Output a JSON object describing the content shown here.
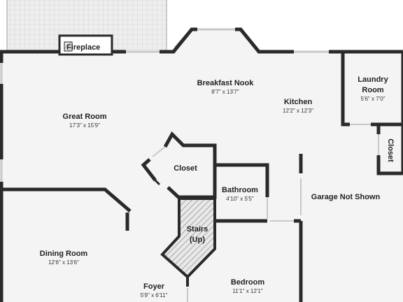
{
  "colors": {
    "wall": "#2a2a2a",
    "floor": "#f4f4f4",
    "patio": "#eeeeee",
    "patio_grid": "#d2d2d2",
    "window": "#c8c8c8",
    "hatch": "#777777"
  },
  "rooms": {
    "fireplace": {
      "name": "Fireplace"
    },
    "breakfast_nook": {
      "name": "Breakfast Nook",
      "dims": "8'7\" x 13'7\""
    },
    "kitchen": {
      "name": "Kitchen",
      "dims": "12'2\" x 12'3\""
    },
    "laundry": {
      "name": "Laundry",
      "name2": "Room",
      "dims": "5'6\" x 7'0\""
    },
    "great_room": {
      "name": "Great Room",
      "dims": "17'3\" x 15'9\""
    },
    "closet_center": {
      "name": "Closet"
    },
    "closet_side": {
      "name": "Closet"
    },
    "bathroom": {
      "name": "Bathroom",
      "dims": "4'10\" x 5'5\""
    },
    "stairs": {
      "name": "Stairs",
      "name2": "(Up)"
    },
    "dining_room": {
      "name": "Dining Room",
      "dims": "12'6\" x 13'6\""
    },
    "foyer": {
      "name": "Foyer",
      "dims": "5'9\" x 6'11\""
    },
    "bedroom": {
      "name": "Bedroom",
      "dims": "11'1\" x 12'1\""
    }
  },
  "notes": {
    "garage": "Garage Not Shown"
  }
}
